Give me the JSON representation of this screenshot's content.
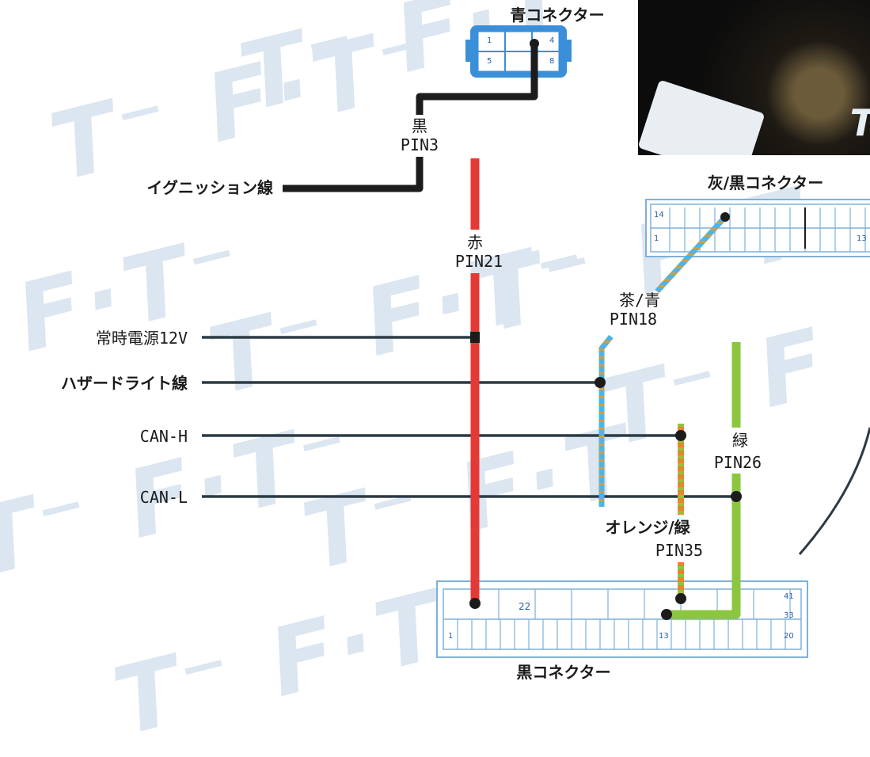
{
  "connectors": {
    "blue": {
      "title": "青コネクター",
      "pins_top": [
        "1",
        "",
        "4"
      ],
      "pins_bottom": [
        "5",
        "",
        "8"
      ]
    },
    "gray_black": {
      "title": "灰/黒コネクター",
      "pin_a": "14",
      "pin_b": "1",
      "pin_c": "13"
    },
    "black": {
      "title": "黒コネクター",
      "pin_a": "22",
      "pin_b": "1",
      "pin_c": "13",
      "pin_d": "41",
      "pin_e": "33",
      "pin_f": "20"
    }
  },
  "wires": {
    "black": {
      "color_name": "黒",
      "pin": "PIN3",
      "hex": "#1c1c1c"
    },
    "red": {
      "color_name": "赤",
      "pin": "PIN21",
      "hex": "#e53935"
    },
    "brown_blue": {
      "color_name": "茶/青",
      "pin": "PIN18",
      "hex": "#4fb3e6"
    },
    "green": {
      "color_name": "緑",
      "pin": "PIN26",
      "hex": "#8cc63f"
    },
    "orange_green": {
      "color_name": "オレンジ/緑",
      "pin": "PIN35",
      "hex": "#e8862a"
    }
  },
  "signals": {
    "ignition": "イグニッション線",
    "constant_12v": "常時電源12V",
    "hazard": "ハザードライト線",
    "can_h": "CAN-H",
    "can_l": "CAN-L"
  }
}
